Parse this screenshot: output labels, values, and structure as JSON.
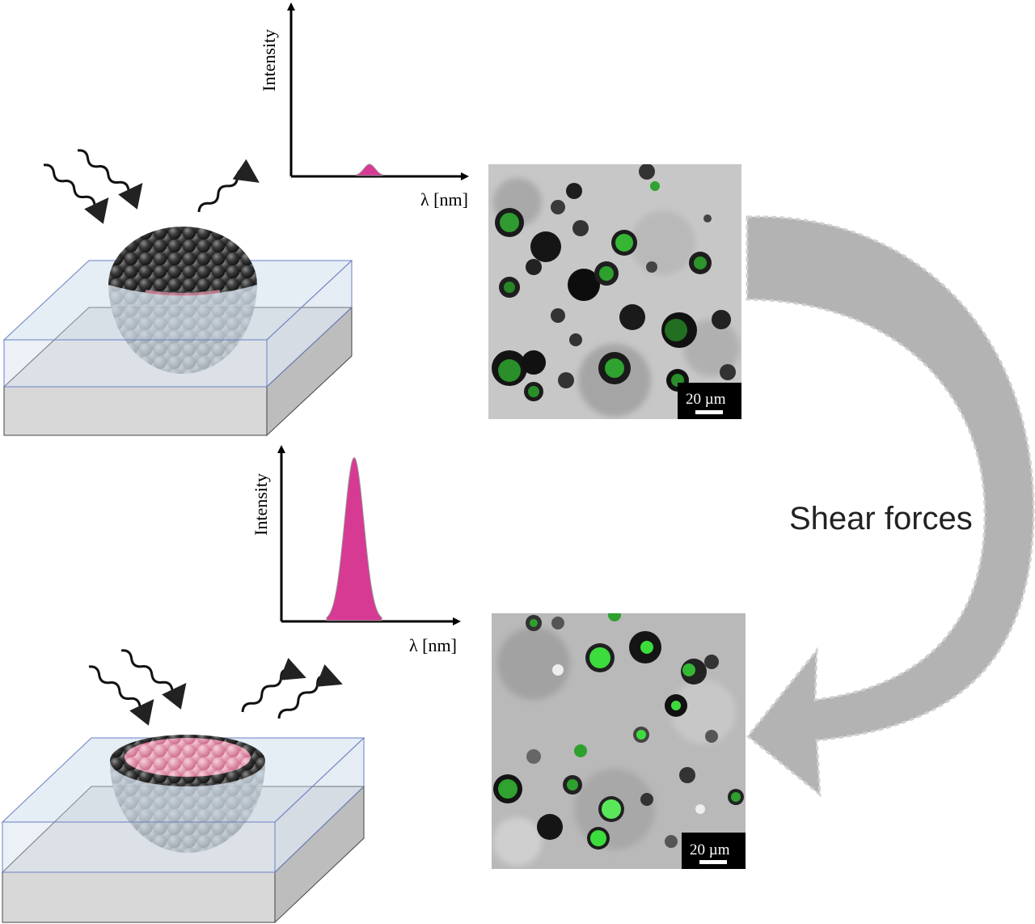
{
  "colors": {
    "pink": "#d63a93",
    "pink_bead": "#e596ad",
    "dark_bead": "#3b3b3b",
    "grey_bead": "#9a9d9f",
    "substrate": "#d8d8d8",
    "glass": "#c6d8e8",
    "arrow_grey": "#b3b3b3",
    "fluor_green": "#3ddc3d"
  },
  "top_plot": {
    "y_label": "Intensity",
    "x_label": "λ [nm]",
    "peak_relative_height": 0.07
  },
  "bottom_plot": {
    "y_label": "Intensity",
    "x_label": "λ [nm]",
    "peak_relative_height": 0.95
  },
  "top_micrograph": {
    "scale_label": "20 µm"
  },
  "bottom_micrograph": {
    "scale_label": "20 µm"
  },
  "arrow_label": "Shear forces",
  "icons": [
    "incoming-light-wave-icon",
    "emitted-light-wave-icon",
    "curved-arrow-icon"
  ]
}
